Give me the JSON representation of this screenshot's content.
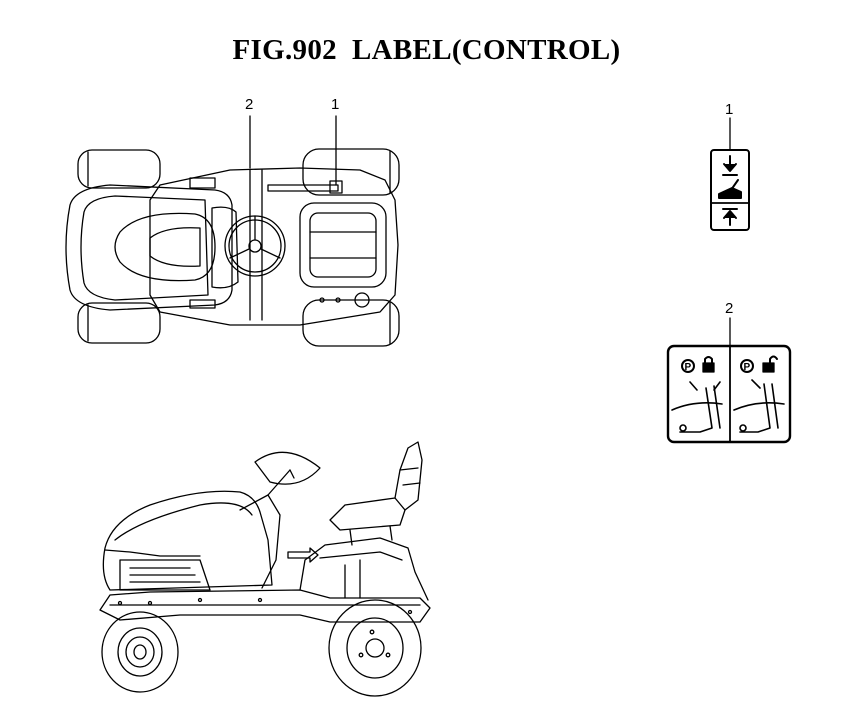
{
  "title": "FIG.902  LABEL(CONTROL)",
  "callouts": {
    "top_view_label_2": "2",
    "top_view_label_1": "1",
    "decal_1_ref": "1",
    "decal_2_ref": "2"
  },
  "icons": {
    "decal_1": [
      "arrow-down-icon",
      "lever-icon",
      "arrow-up-icon"
    ],
    "decal_2": [
      "parking-p-icon",
      "lock-closed-icon",
      "lock-open-icon",
      "brake-pedal-icon"
    ]
  },
  "colors": {
    "ink": "#000000",
    "paper": "#ffffff"
  }
}
